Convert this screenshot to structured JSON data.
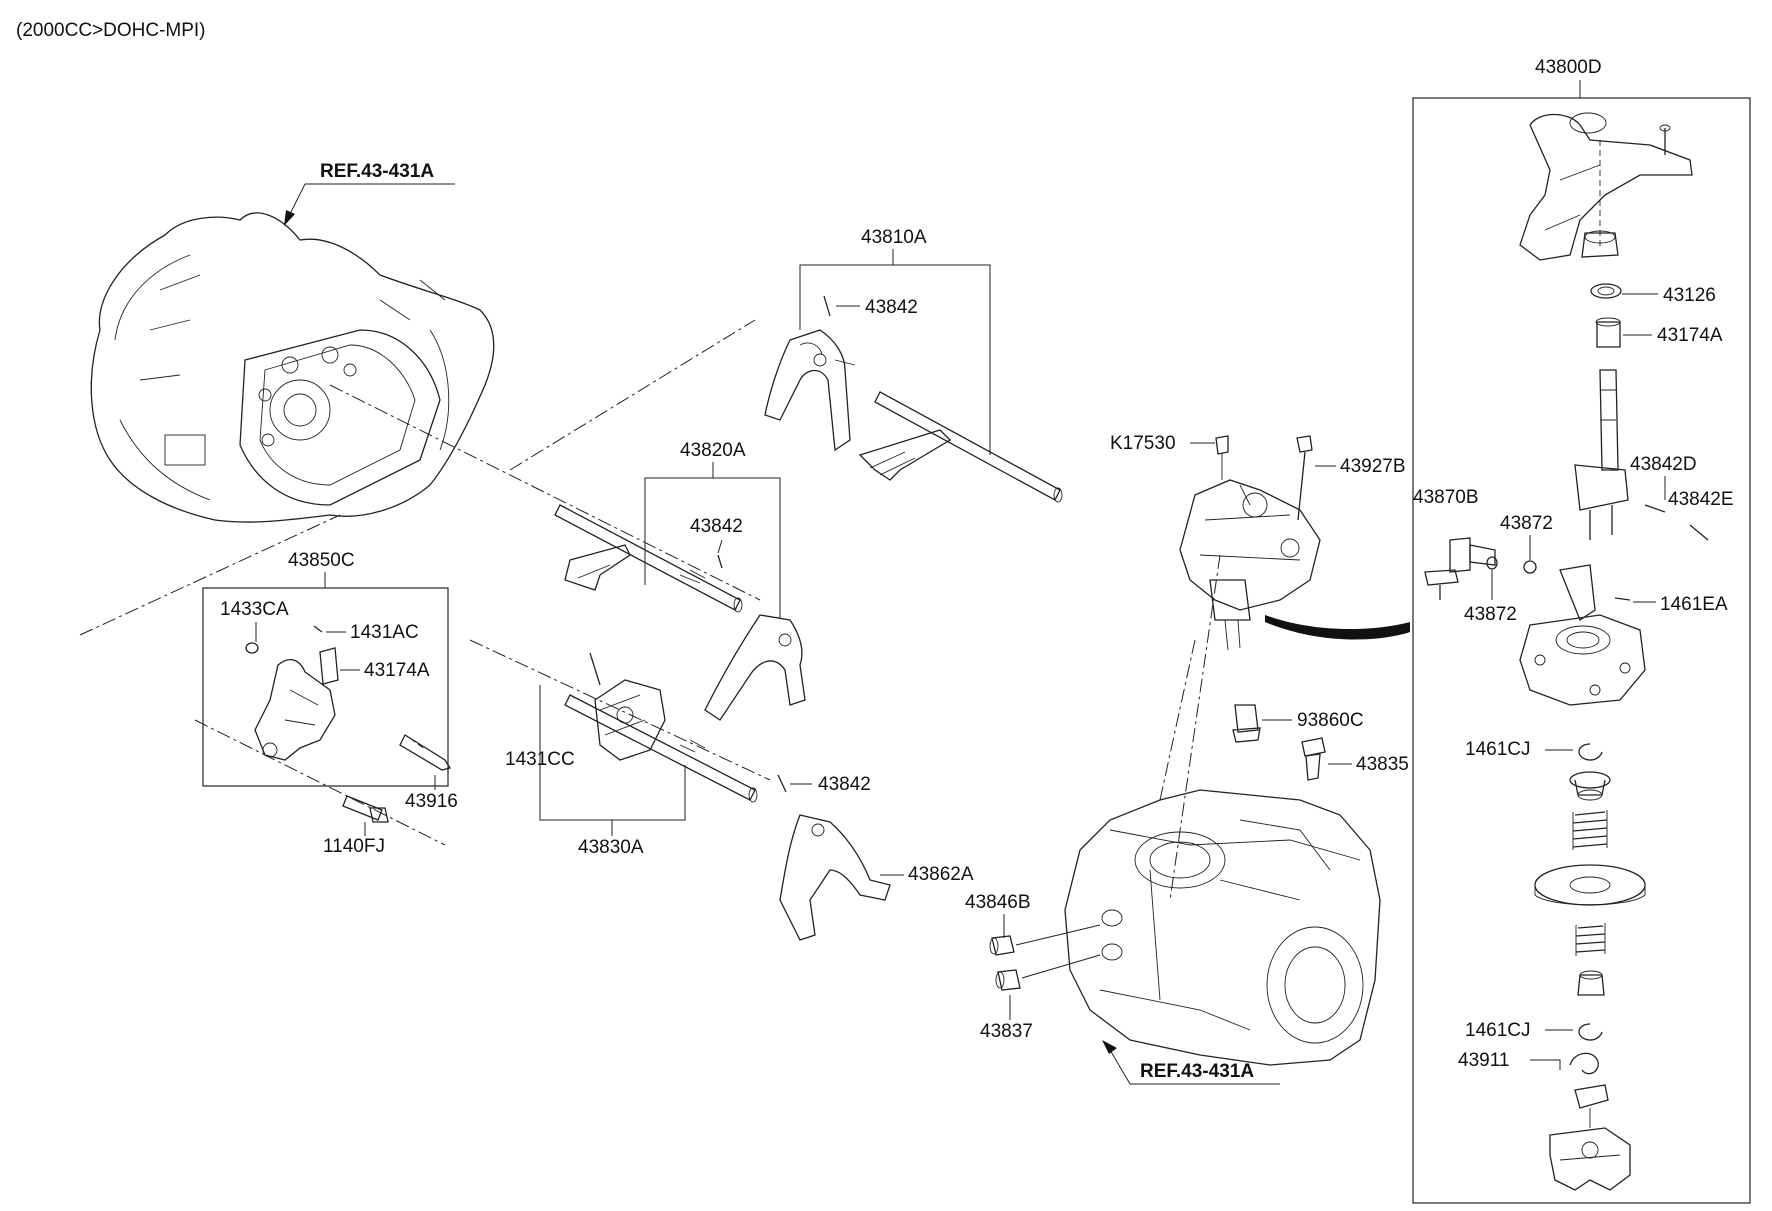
{
  "header": {
    "engine_note": "(2000CC>DOHC-MPI)"
  },
  "refs": {
    "ref_top": "REF.43-431A",
    "ref_bottom": "REF.43-431A"
  },
  "labels": {
    "p43800D": "43800D",
    "p43126": "43126",
    "p43174A_right": "43174A",
    "p43842D": "43842D",
    "p43842E": "43842E",
    "p43870B": "43870B",
    "p43872_top": "43872",
    "p43872_bottom": "43872",
    "p1461EA": "1461EA",
    "p1461CJ_top": "1461CJ",
    "p1461CJ_bottom": "1461CJ",
    "p43911": "43911",
    "p43810A": "43810A",
    "p43842_a": "43842",
    "p43820A": "43820A",
    "p43842_b": "43842",
    "p43842_c": "43842",
    "p43862A": "43862A",
    "p43830A": "43830A",
    "p1431CC": "1431CC",
    "p43850C": "43850C",
    "p1433CA": "1433CA",
    "p1431AC": "1431AC",
    "p43174A_left": "43174A",
    "p43916": "43916",
    "p1140FJ": "1140FJ",
    "pK17530": "K17530",
    "p43927B": "43927B",
    "p93860C": "93860C",
    "p43835": "43835",
    "p43846B": "43846B",
    "p43837": "43837"
  }
}
